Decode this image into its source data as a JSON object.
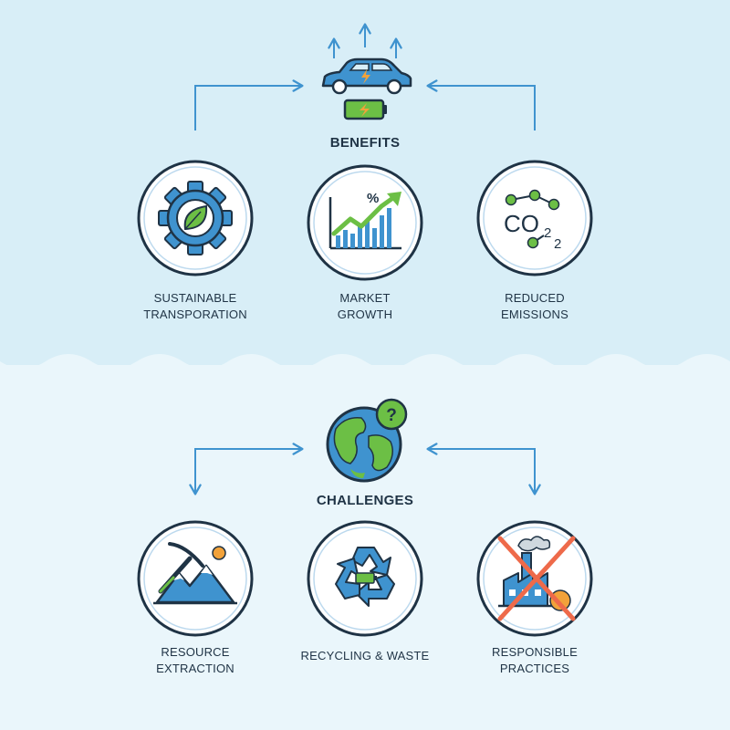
{
  "benefits": {
    "title": "BENEFITS",
    "items": [
      {
        "line1": "SUSTAINABLE",
        "line2": "TRANSPORATION",
        "icon": "gear-leaf-icon"
      },
      {
        "line1": "MARKET",
        "line2": "GROWTH",
        "icon": "growth-chart-icon",
        "chart_symbol": "%"
      },
      {
        "line1": "REDUCED",
        "line2": "EMISSIONS",
        "icon": "co2-molecule-icon",
        "formula": "CO",
        "sub_a": "2",
        "sub_b": "2"
      }
    ]
  },
  "challenges": {
    "title": "CHALLENGES",
    "globe_symbol": "?",
    "items": [
      {
        "line1": "RESOURCE",
        "line2": "EXTRACTION",
        "icon": "pickaxe-mountain-icon"
      },
      {
        "line1": "RECYCLING & WASTE",
        "line2": "",
        "icon": "recycle-battery-icon"
      },
      {
        "line1": "RESPONSIBLE",
        "line2": "PRACTICES",
        "icon": "crossed-factory-icon"
      }
    ]
  },
  "colors": {
    "navy": "#1f3345",
    "blue": "#3f93cf",
    "green": "#6cbf45",
    "orange": "#f2a23a",
    "red": "#ee6a4a",
    "top_bg": "#d8eef7",
    "bottom_bg": "#eaf6fb"
  }
}
